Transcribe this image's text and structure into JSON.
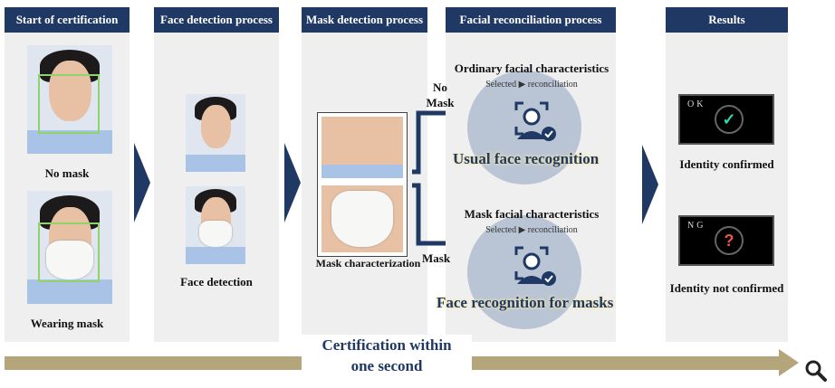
{
  "columns": [
    {
      "header": "Start of certification",
      "labels": [
        "No mask",
        "Wearing mask"
      ]
    },
    {
      "header": "Face detection process",
      "labels": [
        "Face detection"
      ]
    },
    {
      "header": "Mask detection process",
      "labels": [
        "Mask characterization"
      ]
    },
    {
      "header": "Facial reconciliation process",
      "branches": [
        {
          "arrow_label": "No Mask",
          "title": "Ordinary facial characteristics",
          "sub": "Selected ▶ reconciliation",
          "result": "Usual face recognition"
        },
        {
          "arrow_label": "Mask",
          "title": "Mask facial characteristics",
          "sub": "Selected ▶ reconciliation",
          "result": "Face recognition for masks"
        }
      ]
    },
    {
      "header": "Results",
      "results": [
        {
          "screen": "OK",
          "symbol": "✓",
          "label": "Identity confirmed",
          "color": "#2ed8b0"
        },
        {
          "screen": "NG",
          "symbol": "?",
          "label": "Identity not confirmed",
          "color": "#e8574a"
        }
      ]
    }
  ],
  "timeline": {
    "line1": "Certification within",
    "line2": "one second"
  },
  "colors": {
    "header": "#1f3864",
    "panel": "#efefef",
    "timeline": "#b5a57a",
    "circle": "#b9c4d5"
  },
  "icons": [
    "face-id-icon",
    "zoom-icon"
  ]
}
